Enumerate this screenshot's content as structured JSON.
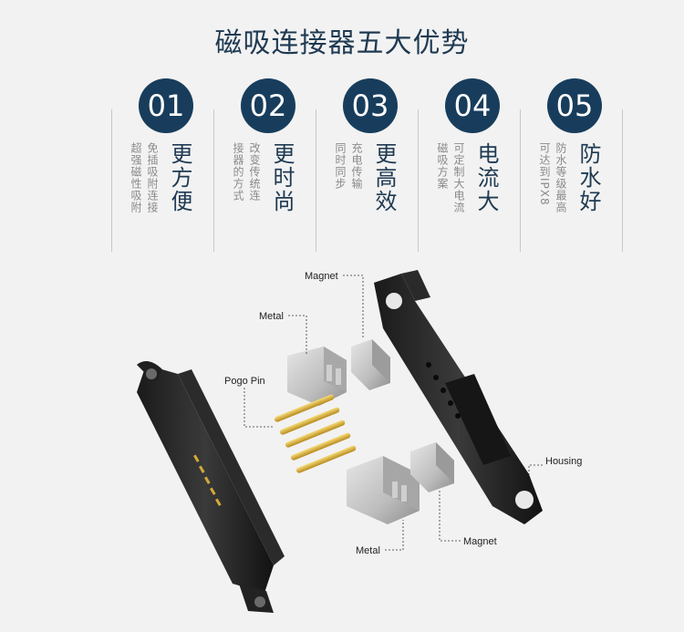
{
  "title": "磁吸连接器五大优势",
  "features": [
    {
      "number": "01",
      "main": "更方便",
      "sub": [
        "免插吸附连接",
        "超强磁性吸附"
      ]
    },
    {
      "number": "02",
      "main": "更时尚",
      "sub": [
        "改变传统连",
        "接器的方式"
      ]
    },
    {
      "number": "03",
      "main": "更高效",
      "sub": [
        "充电传输",
        "同时同步"
      ]
    },
    {
      "number": "04",
      "main": "电流大",
      "sub": [
        "可定制大电流",
        "磁吸方案"
      ]
    },
    {
      "number": "05",
      "main": "防水好",
      "sub": [
        "防水等级最高",
        "可达到IPX8"
      ]
    }
  ],
  "diagram_labels": {
    "magnet_top": "Magnet",
    "metal_top": "Metal",
    "pogo_pin": "Pogo Pin",
    "housing": "Housing",
    "metal_bottom": "Metal",
    "magnet_bottom": "Magnet"
  },
  "colors": {
    "accent": "#183d5c",
    "background": "#f2f2f2"
  }
}
